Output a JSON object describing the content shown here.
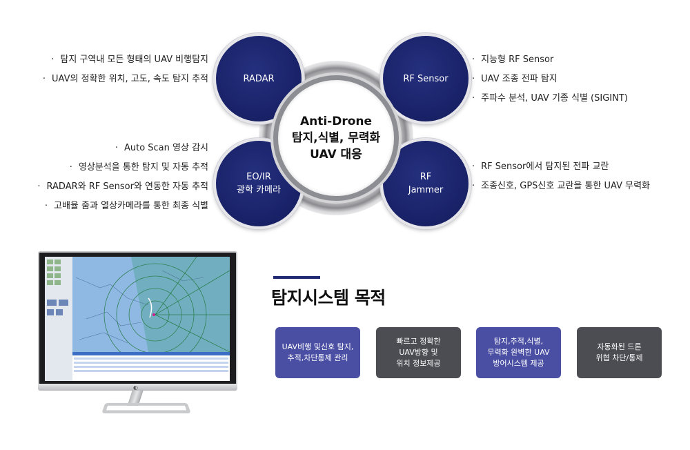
{
  "radar_features": [
    "탐지 구역내 모든 형태의 UAV 비행탐지",
    "UAV의 정확한 위치, 고도, 속도 탐지 추적"
  ],
  "eoir_features": [
    "Auto Scan 영상 감시",
    "영상분석을 통한 탐지 및 자동 추적",
    "RADAR와 RF Sensor와 연동한 자동 추적",
    "고배율 줌과 열상카메라를 통한 최종 식별"
  ],
  "rf_sensor_features": [
    "지능형 RF Sensor",
    "UAV 조종 전파 탐지",
    "주파수 분석, UAV 기종 식별 (SIGINT)"
  ],
  "rf_jammer_features": [
    "RF Sensor에서 탐지된 전파 교란",
    "조종신호, GPS신호 교란을 통한 UAV 무력화"
  ],
  "nodes": {
    "radar": "RADAR",
    "rf_sensor": "RF Sensor",
    "eoir_line1": "EO/IR",
    "eoir_line2": "광학 카메라",
    "jammer_line1": "RF",
    "jammer_line2": "Jammer"
  },
  "center": {
    "line1": "Anti-Drone",
    "line2": "탐지,식별, 무력화",
    "line3": "UAV 대응"
  },
  "bullet": "·",
  "section_title": "탐지시스템 목적",
  "cards": [
    {
      "line1": "UAV비행 및신호 탐지,",
      "line2": "추적,차단통제 관리",
      "line3": "",
      "style": "blue"
    },
    {
      "line1": "빠르고 정확한",
      "line2": "UAV방향 및",
      "line3": "위치 정보제공",
      "style": "gray"
    },
    {
      "line1": "탐지,추적,식별,",
      "line2": "무력화 완벽한 UAV",
      "line3": "방어시스템 제공",
      "style": "blue"
    },
    {
      "line1": "자동화된 드론",
      "line2": "위협 차단/통제",
      "line3": "",
      "style": "gray"
    }
  ],
  "colors": {
    "node_navy": "#1a236a",
    "card_blue": "#4a4fa3",
    "card_gray": "#4b4d52",
    "accent_bar": "#1f2a73"
  }
}
